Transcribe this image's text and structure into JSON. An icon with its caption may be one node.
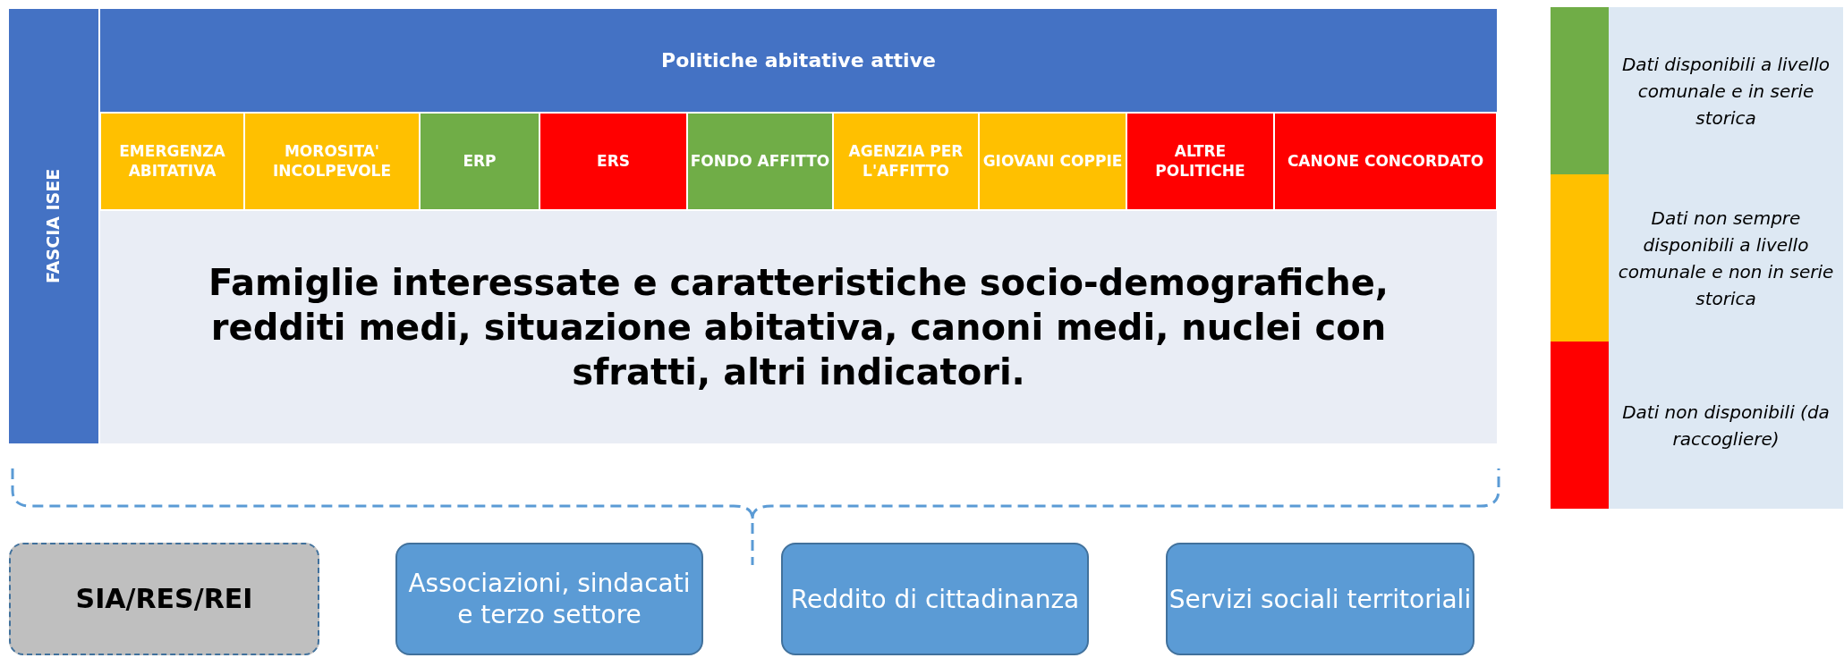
{
  "diagram": {
    "nodes": [
      {
        "text": [
          "Politiche abitative attive"
        ]
      },
      {
        "text": [
          "FASCIA ISEE"
        ]
      },
      {
        "text": [
          "EMERGENZA ABITATIVA"
        ]
      },
      {
        "text": [
          "MOROSITA' INCOLPEVOLE"
        ]
      },
      {
        "text": [
          "ERP"
        ]
      },
      {
        "text": [
          "ERS"
        ]
      },
      {
        "text": [
          "FONDO AFFITTO"
        ]
      },
      {
        "text": [
          "AGENZIA PER L'AFFITTO"
        ]
      },
      {
        "text": [
          "GIOVANI COPPIE"
        ]
      },
      {
        "text": [
          "ALTRE POLITICHE"
        ]
      },
      {
        "text": [
          "CANONE CONCORDATO"
        ]
      },
      {
        "text": [
          "Famiglie interessate e caratteristiche socio-demografiche, redditi medi, situazione abitativa, canoni medi, nuclei con sfratti, altri indicatori."
        ]
      },
      {
        "text": [
          "SIA/RES/REI"
        ]
      },
      {
        "text": [
          "Associazioni, sindacati e terzo settore"
        ]
      },
      {
        "text": [
          "Reddito di cittadinanza"
        ]
      },
      {
        "text": [
          "Servizi sociali territoriali"
        ]
      }
    ],
    "legend": [
      {
        "text": "Dati disponibili a livello comunale e in serie storica",
        "color": "#70ad47"
      },
      {
        "text": "Dati non sempre disponibili a livello comunale e non in serie storica",
        "color": "#ffc000"
      },
      {
        "text": "Dati non disponibili (da raccogliere)",
        "color": "#ff0000"
      }
    ]
  }
}
